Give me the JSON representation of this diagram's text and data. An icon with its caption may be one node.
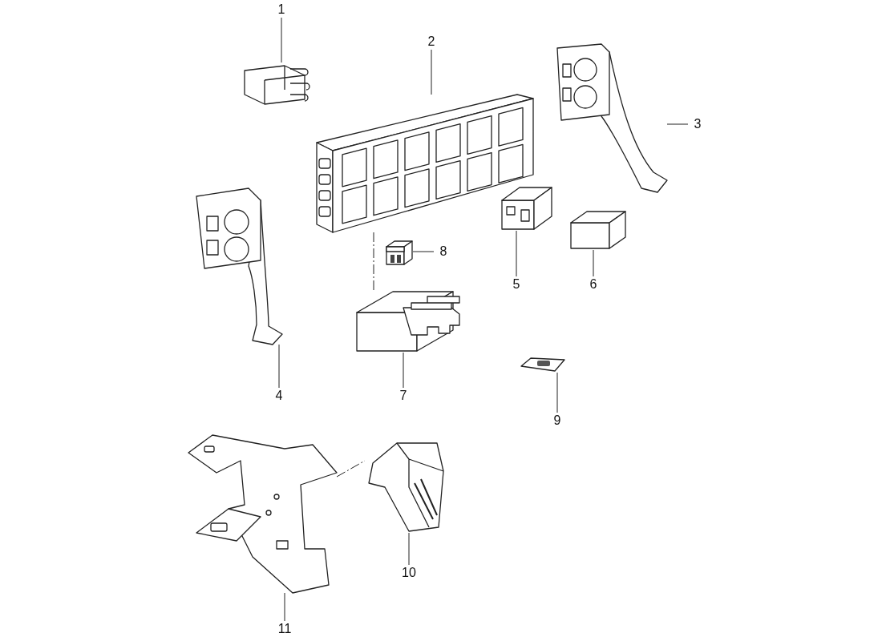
{
  "diagram": {
    "nodes": [
      {
        "text": [
          "1"
        ]
      },
      {
        "text": [
          "2"
        ]
      },
      {
        "text": [
          "3"
        ]
      },
      {
        "text": [
          "4"
        ]
      },
      {
        "text": [
          "5"
        ]
      },
      {
        "text": [
          "6"
        ]
      },
      {
        "text": [
          "7"
        ]
      },
      {
        "text": [
          "8"
        ]
      },
      {
        "text": [
          "9"
        ]
      },
      {
        "text": [
          "10"
        ]
      },
      {
        "text": [
          "11"
        ]
      },
      {
        "text": [],
        "shape": "picture"
      },
      {
        "text": [],
        "shape": "picture"
      },
      {
        "text": [],
        "shape": "picture"
      },
      {
        "text": [],
        "shape": "picture"
      },
      {
        "text": [],
        "shape": "picture"
      },
      {
        "text": [],
        "shape": "picture"
      },
      {
        "text": [],
        "shape": "picture"
      },
      {
        "text": [],
        "shape": "picture"
      },
      {
        "text": [],
        "shape": "picture"
      },
      {
        "text": [],
        "shape": "picture"
      },
      {
        "text": [],
        "shape": "picture"
      }
    ],
    "edges": [
      {
        "from": 0,
        "to": 11,
        "arrow": "none"
      },
      {
        "from": 1,
        "to": 12,
        "arrow": "none"
      },
      {
        "from": 2,
        "to": 13,
        "arrow": "none"
      },
      {
        "from": 3,
        "to": 14,
        "arrow": "none"
      },
      {
        "from": 4,
        "to": 15,
        "arrow": "none"
      },
      {
        "from": 5,
        "to": 16,
        "arrow": "none"
      },
      {
        "from": 6,
        "to": 17,
        "arrow": "none"
      },
      {
        "from": 7,
        "to": 18,
        "arrow": "none"
      },
      {
        "from": 8,
        "to": 19,
        "arrow": "none"
      },
      {
        "from": 9,
        "to": 20,
        "arrow": "none"
      },
      {
        "from": 10,
        "to": 21,
        "arrow": "none"
      },
      {
        "from": 12,
        "to": 17,
        "arrow": "none",
        "style": "dashed"
      },
      {
        "from": 21,
        "to": 20,
        "arrow": "none",
        "style": "dashed"
      }
    ]
  }
}
